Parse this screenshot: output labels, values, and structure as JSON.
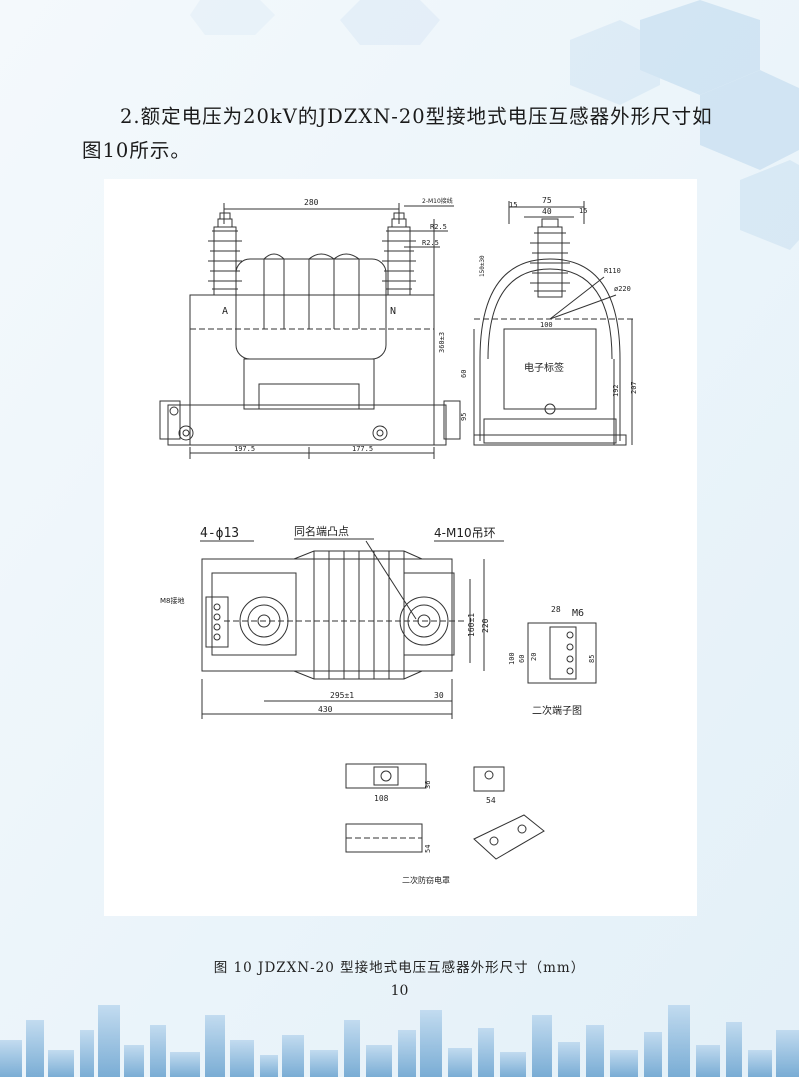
{
  "paragraph": {
    "line1": "2.额定电压为20kV的JDZXN-20型接地式电压互感器外形尺寸如",
    "line2": "图10所示。"
  },
  "drawing": {
    "front_view": {
      "dim_top": "280",
      "dim_m10": "2-M10接线",
      "dim_r1": "R2.5",
      "dim_r2": "R2.5",
      "label_a": "A",
      "label_n": "N",
      "dim_height": "360±3",
      "dim_left": "197.5",
      "dim_right": "177.5"
    },
    "side_view": {
      "dim_15a": "15",
      "dim_75": "75",
      "dim_40": "40",
      "dim_15b": "15",
      "dim_v150": "150±30",
      "dim_r110": "R110",
      "dim_d220": "ø220",
      "dim_100": "100",
      "label_tag": "电子标签",
      "dim_60": "60",
      "dim_95": "95",
      "dim_192": "192",
      "dim_207": "207"
    },
    "top_view": {
      "dim_holes": "4-ϕ13",
      "label_mark": "同名端凸点",
      "label_ring": "4-M10吊环",
      "label_ground": "M8接地",
      "dim_160": "160±1",
      "dim_220": "220",
      "dim_295": "295±1",
      "dim_30": "30",
      "dim_430": "430"
    },
    "terminal_view": {
      "dim_28": "28",
      "dim_m6": "M6",
      "dim_100": "100",
      "dim_60": "60",
      "dim_20": "20",
      "dim_85": "85",
      "caption": "二次端子图"
    },
    "cover_view": {
      "dim_36": "36",
      "dim_108": "108",
      "dim_54a": "54",
      "dim_54b": "54",
      "caption": "二次防窃电罩"
    }
  },
  "caption": "图 10    JDZXN-20 型接地式电压互感器外形尺寸（mm）",
  "page_number": "10",
  "colors": {
    "background": "#eef6fb",
    "hexagon": "#c9dff0",
    "skyline": "#7fb2da",
    "line": "#333333"
  }
}
